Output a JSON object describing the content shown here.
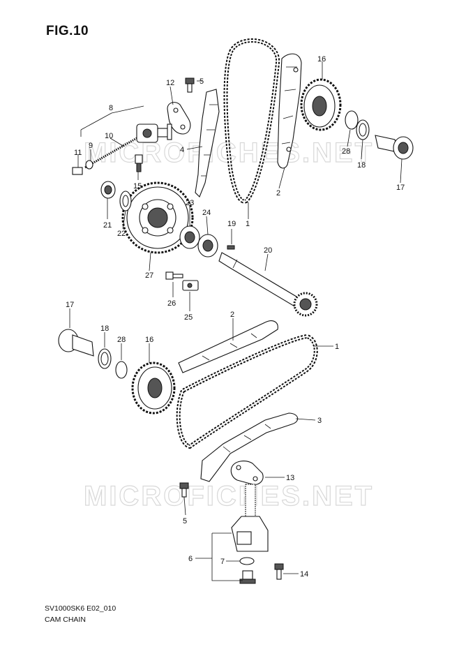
{
  "figure": {
    "title": "FIG.10",
    "model_code": "SV1000SK6 E02_010",
    "section": "CAM CHAIN",
    "watermark": "MICROFICHES.NET"
  },
  "callouts": [
    {
      "id": "c8",
      "text": "8"
    },
    {
      "id": "c10",
      "text": "10"
    },
    {
      "id": "c9",
      "text": "9"
    },
    {
      "id": "c11",
      "text": "11"
    },
    {
      "id": "c12",
      "text": "12"
    },
    {
      "id": "c5a",
      "text": "5"
    },
    {
      "id": "c4",
      "text": "4"
    },
    {
      "id": "c15",
      "text": "15"
    },
    {
      "id": "c21",
      "text": "21"
    },
    {
      "id": "c22",
      "text": "22"
    },
    {
      "id": "c23",
      "text": "23"
    },
    {
      "id": "c24",
      "text": "24"
    },
    {
      "id": "c27",
      "text": "27"
    },
    {
      "id": "c19",
      "text": "19"
    },
    {
      "id": "c1a",
      "text": "1"
    },
    {
      "id": "c2a",
      "text": "2"
    },
    {
      "id": "c16a",
      "text": "16"
    },
    {
      "id": "c28a",
      "text": "28"
    },
    {
      "id": "c18a",
      "text": "18"
    },
    {
      "id": "c17a",
      "text": "17"
    },
    {
      "id": "c20",
      "text": "20"
    },
    {
      "id": "c26",
      "text": "26"
    },
    {
      "id": "c25",
      "text": "25"
    },
    {
      "id": "c17b",
      "text": "17"
    },
    {
      "id": "c18b",
      "text": "18"
    },
    {
      "id": "c28b",
      "text": "28"
    },
    {
      "id": "c16b",
      "text": "16"
    },
    {
      "id": "c2b",
      "text": "2"
    },
    {
      "id": "c1b",
      "text": "1"
    },
    {
      "id": "c3",
      "text": "3"
    },
    {
      "id": "c13",
      "text": "13"
    },
    {
      "id": "c5b",
      "text": "5"
    },
    {
      "id": "c6",
      "text": "6"
    },
    {
      "id": "c7",
      "text": "7"
    },
    {
      "id": "c14",
      "text": "14"
    }
  ]
}
